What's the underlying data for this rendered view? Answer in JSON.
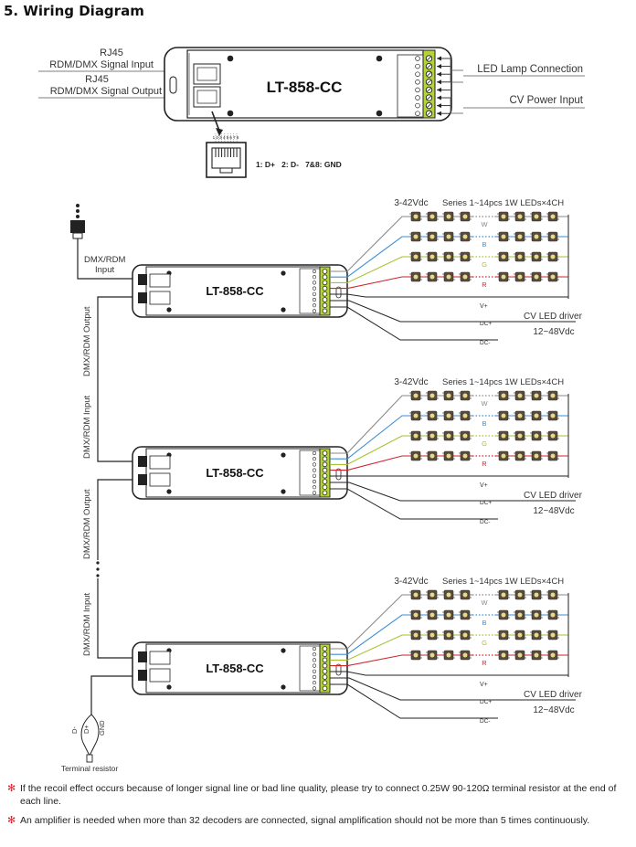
{
  "title": "5.  Wiring Diagram",
  "top": {
    "rj45_label_1": "RJ45",
    "rdm_input": "RDM/DMX Signal Input",
    "rj45_label_2": "RJ45",
    "rdm_output": "RDM/DMX Signal Output",
    "model": "LT-858-CC",
    "led_lamp_connection": "LED Lamp Connection",
    "cv_power_input": "CV Power Input",
    "pin_numbers": "1 2 3 4 5 6 7 8",
    "pinout": "1: D+   2: D-   7&8: GND"
  },
  "units": [
    {
      "model": "LT-858-CC",
      "voltage_range": "3-42Vdc",
      "series_label": "Series 1~14pcs 1W LEDs×4CH",
      "channels": [
        "W",
        "B",
        "G",
        "R"
      ],
      "v_plus": "V+",
      "dc_plus": "DC+",
      "dc_minus": "DC-",
      "driver_title": "CV LED driver",
      "driver_voltage": "12~48Vdc"
    },
    {
      "model": "LT-858-CC",
      "voltage_range": "3-42Vdc",
      "series_label": "Series 1~14pcs 1W LEDs×4CH",
      "channels": [
        "W",
        "B",
        "G",
        "R"
      ],
      "v_plus": "V+",
      "dc_plus": "DC+",
      "dc_minus": "DC-",
      "driver_title": "CV LED driver",
      "driver_voltage": "12~48Vdc"
    },
    {
      "model": "LT-858-CC",
      "voltage_range": "3-42Vdc",
      "series_label": "Series 1~14pcs 1W LEDs×4CH",
      "channels": [
        "W",
        "B",
        "G",
        "R"
      ],
      "v_plus": "V+",
      "dc_plus": "DC+",
      "dc_minus": "DC-",
      "driver_title": "CV LED driver",
      "driver_voltage": "12~48Vdc"
    }
  ],
  "chain": {
    "dmx_rdm_input": "DMX/RDM\nInput",
    "vertical_output_1": "DMX/RDM Output",
    "vertical_input_2": "DMX/RDM Input",
    "vertical_output_2": "DMX/RDM Output",
    "vertical_input_3": "DMX/RDM Input",
    "terminal_labels": [
      "D-",
      "D+",
      "GND"
    ],
    "terminal_resistor": "Terminal resistor"
  },
  "notes": [
    "If the recoil effect occurs because of longer signal line or bad line quality, please try to connect 0.25W 90-120Ω terminal resistor at the end of each line.",
    "An amplifier is needed when more than 32 decoders are connected, signal amplification should not be more than 5 times continuously."
  ],
  "colors": {
    "terminal_green": "#b4d335",
    "wire_w": "#8a8a8a",
    "wire_b": "#3b8fd6",
    "wire_g": "#a4c22c",
    "wire_r": "#d2232a",
    "channel_label_b": "#3b8fd6",
    "channel_label_g": "#a4c22c",
    "channel_label_r": "#d2232a",
    "note_star": "#d2232a"
  }
}
